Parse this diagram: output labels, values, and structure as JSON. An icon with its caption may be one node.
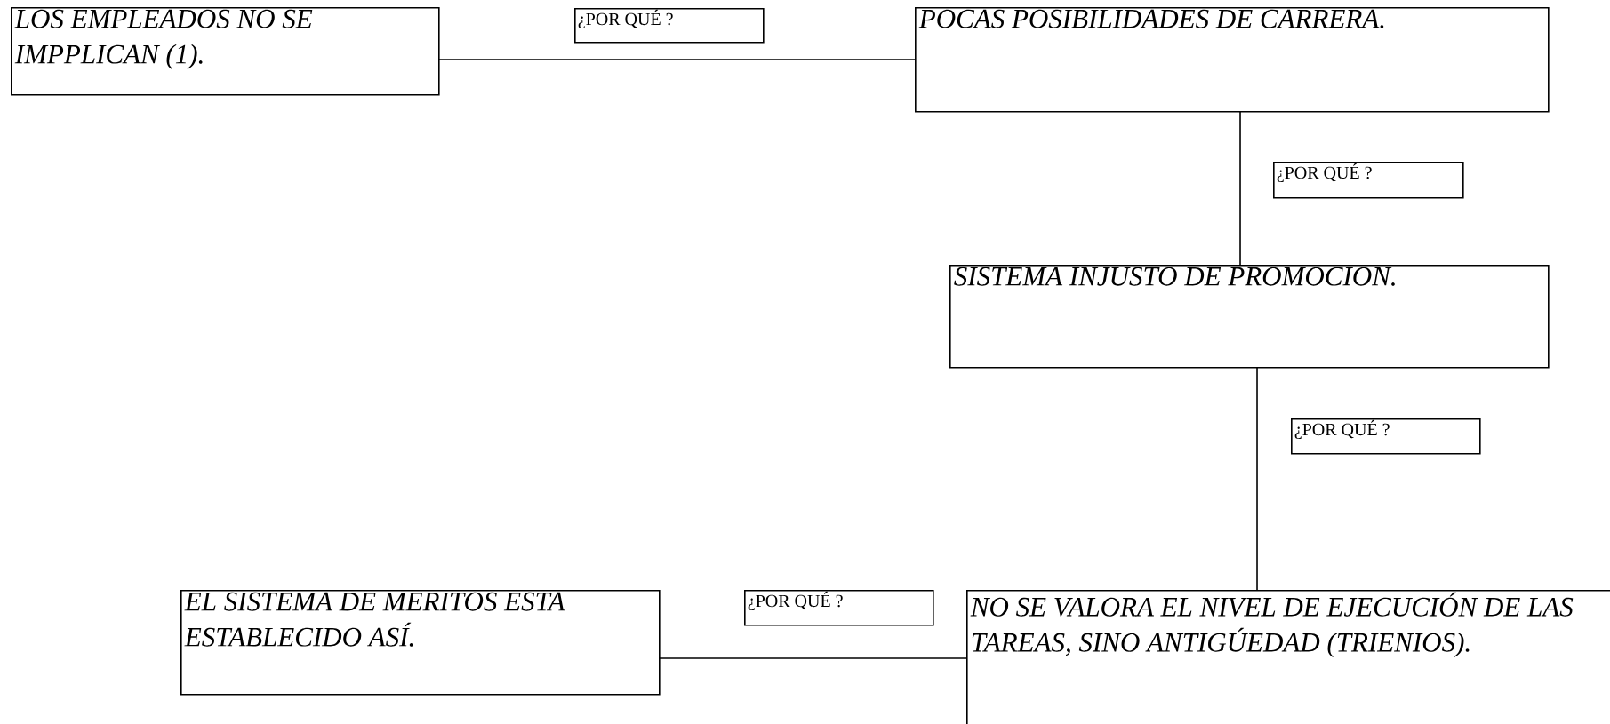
{
  "diagram": {
    "nodes": [
      {
        "text": [
          "LOS EMPLEADOS NO SE IMPPLICAN (1)."
        ]
      },
      {
        "text": [
          "¿POR QUÉ ?"
        ]
      },
      {
        "text": [
          "POCAS POSIBILIDADES DE CARRERA."
        ]
      },
      {
        "text": [
          "¿POR QUÉ ?"
        ]
      },
      {
        "text": [
          "SISTEMA INJUSTO DE PROMOCION."
        ]
      },
      {
        "text": [
          "¿POR QUÉ ?"
        ]
      },
      {
        "text": [
          "EL SISTEMA DE MERITOS ESTA ESTABLECIDO ASÍ."
        ]
      },
      {
        "text": [
          "¿POR QUÉ ?"
        ]
      },
      {
        "text": [
          "NO SE VALORA EL NIVEL DE EJECUCIÓN DE LAS TAREAS, SINO ANTIGÚEDAD (TRIENIOS)."
        ]
      }
    ],
    "edges": [
      {
        "from": 0,
        "to": 2,
        "arrow": "none"
      },
      {
        "from": 2,
        "to": 4,
        "arrow": "none"
      },
      {
        "from": 4,
        "to": 8,
        "arrow": "none"
      },
      {
        "from": 8,
        "to": 6,
        "arrow": "none"
      }
    ]
  }
}
